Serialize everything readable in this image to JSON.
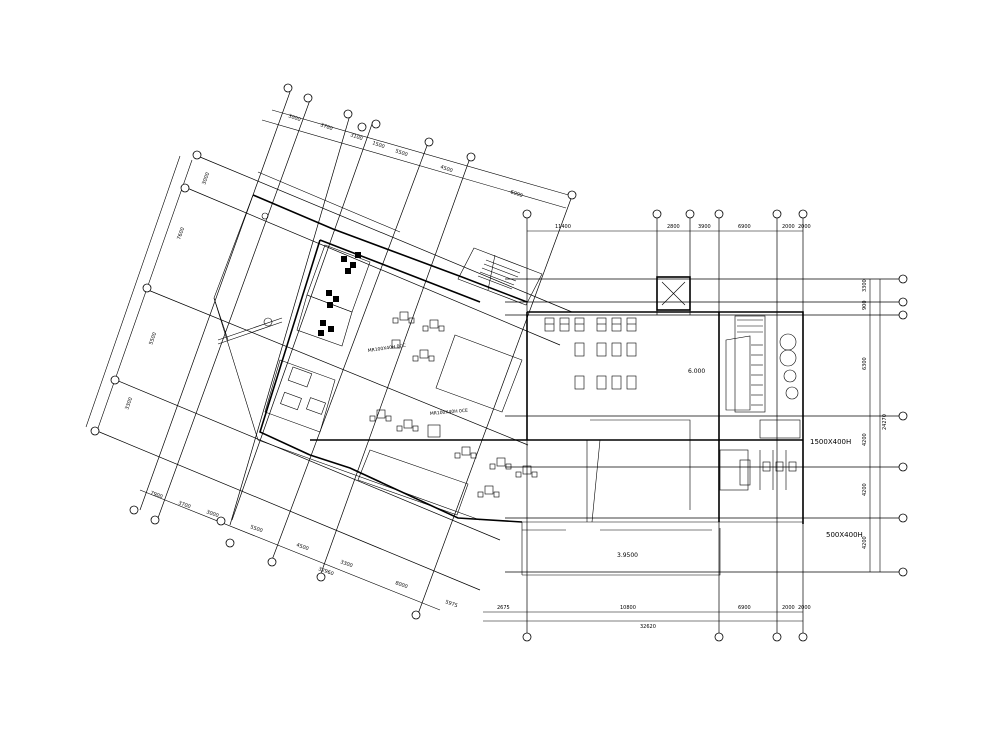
{
  "drawing": {
    "dims_top_right": [
      "11400",
      "2800",
      "3900",
      "6900",
      "2000",
      "2000"
    ],
    "dims_bottom_right": [
      "2675",
      "10800",
      "6900",
      "2000",
      "2000"
    ],
    "dims_bottom_total": "32620",
    "dims_right": [
      "3300",
      "900",
      "6300",
      "4200",
      "4200",
      "4200"
    ],
    "dims_right_total": "24270",
    "dims_top_left": [
      "3000",
      "3700",
      "3100",
      "1500",
      "5500",
      "4500",
      "6000"
    ],
    "dims_left": [
      "3000",
      "7600",
      "5500",
      "3300"
    ],
    "dims_bottom_left": [
      "7900",
      "3700",
      "3000",
      "5500",
      "4500",
      "3300",
      "8000",
      "5975"
    ],
    "dims_bottom_left_total": "32960",
    "level_label_1": "6.000",
    "level_label_2": "3.9500",
    "note_fan_1": "1500X400H",
    "note_fan_2": "500X400H",
    "note_duct_left_1": "MR100X40H 0CC",
    "note_duct_left_2": "MR100X40H 0CE"
  }
}
